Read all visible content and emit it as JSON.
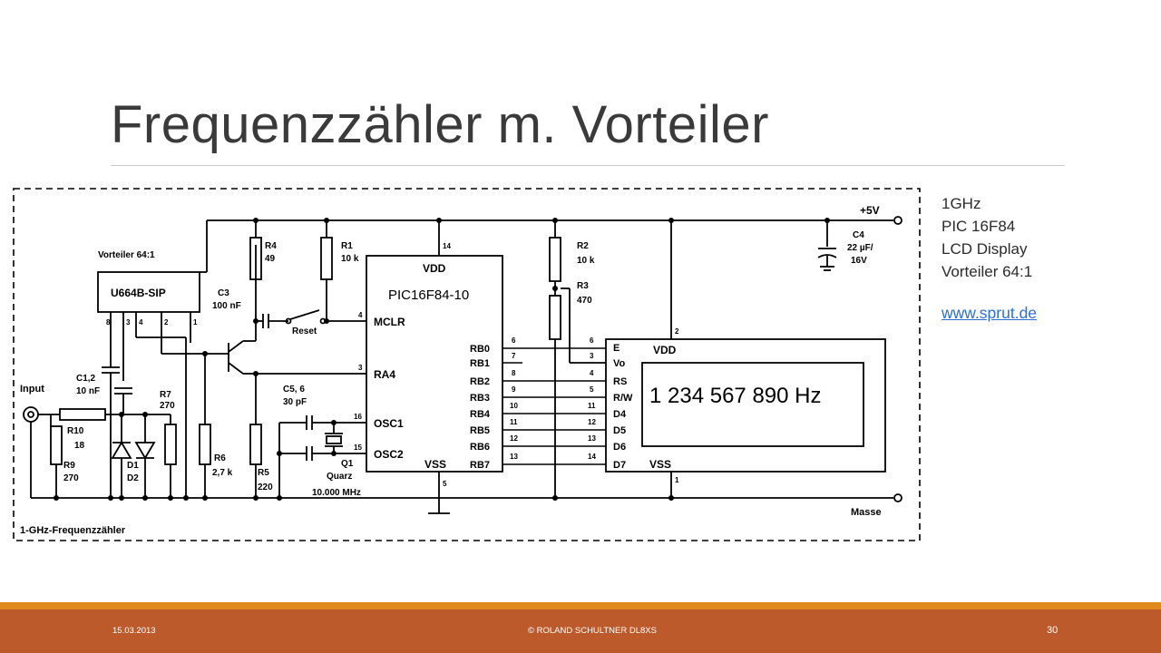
{
  "slide": {
    "title": "Frequenzzähler m. Vorteiler",
    "notes": [
      "1GHz",
      "PIC 16F84",
      "LCD Display",
      "Vorteiler 64:1"
    ],
    "link": "www.sprut.de"
  },
  "schematic": {
    "frame_label": "1-GHz-Frequenzzähler",
    "supply_label": "+5V",
    "ground_label": "Masse",
    "input_label": "Input",
    "prescaler": {
      "caption": "Vorteiler 64:1",
      "chip": "U664B-SIP",
      "pins": [
        "8",
        "3",
        "4",
        "2",
        "1"
      ]
    },
    "mcu": {
      "vdd": "VDD",
      "name": "PIC16F84-10",
      "vss": "VSS",
      "left_pins": [
        "MCLR",
        "RA4",
        "OSC1",
        "OSC2"
      ],
      "left_pin_numbers": [
        "4",
        "3",
        "16",
        "15"
      ],
      "right_pins": [
        "RB0",
        "RB1",
        "RB2",
        "RB3",
        "RB4",
        "RB5",
        "RB6",
        "RB7"
      ],
      "right_pin_numbers": [
        "6",
        "7",
        "8",
        "9",
        "10",
        "11",
        "12",
        "13"
      ],
      "top_pin": "14",
      "bottom_pin": "5"
    },
    "lcd": {
      "vdd": "VDD",
      "vss": "VSS",
      "display_text": "1 234 567 890 Hz",
      "pins": [
        "E",
        "Vo",
        "RS",
        "R/W",
        "D4",
        "D5",
        "D6",
        "D7"
      ],
      "pin_numbers": [
        "6",
        "3",
        "4",
        "5",
        "11",
        "12",
        "13",
        "14"
      ],
      "top_pin": "2",
      "bottom_pin": "1"
    },
    "components": {
      "r4": [
        "R4",
        "49"
      ],
      "r1": [
        "R1",
        "10 k"
      ],
      "r2": [
        "R2",
        "10 k"
      ],
      "r3": [
        "R3",
        "470"
      ],
      "c3": [
        "C3",
        "100 nF"
      ],
      "c4": [
        "C4",
        "22 µF/",
        "16V"
      ],
      "c12": [
        "C1,2",
        "10 nF"
      ],
      "r7": [
        "R7",
        "270"
      ],
      "r10": [
        "R10",
        "18"
      ],
      "r9": [
        "R9",
        "270"
      ],
      "d": [
        "D1",
        "D2"
      ],
      "r6": [
        "R6",
        "2,7 k"
      ],
      "r5": [
        "R5",
        "220"
      ],
      "c56": [
        "C5, 6",
        "30 pF"
      ],
      "q1": [
        "Q1",
        "Quarz",
        "10.000 MHz"
      ],
      "reset": "Reset"
    }
  },
  "footer": {
    "date": "15.03.2013",
    "author": "© ROLAND SCHULTNER DL8XS",
    "page": "30"
  },
  "colors": {
    "accent_bar": "#bd5a2b",
    "accent_stripe": "#e08a1e",
    "link": "#2a6fd6"
  }
}
